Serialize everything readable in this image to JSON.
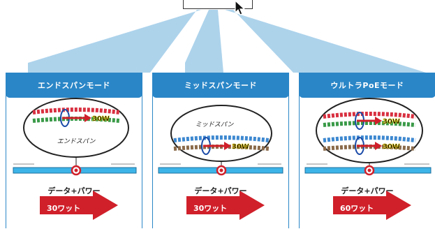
{
  "colors": {
    "panel_blue": "#2a86c7",
    "ray_blue": "#9fcbe8",
    "cable_blue": "#3db4e8",
    "arrow_red": "#d0202a",
    "power_yellow": "#f2d60c"
  },
  "panels": [
    {
      "title": "エンドスパンモード",
      "cable_label": "エンドスパン",
      "power_badges": [
        "30W"
      ],
      "data_power_label": "データ+パワー",
      "wattage_label": "30ワット"
    },
    {
      "title": "ミッドスパンモード",
      "cable_label": "ミッドスパン",
      "power_badges": [
        "30W"
      ],
      "data_power_label": "データ+パワー",
      "wattage_label": "30ワット"
    },
    {
      "title": "ウルトラPoEモード",
      "cable_label": "",
      "power_badges": [
        "30W",
        "30W"
      ],
      "data_power_label": "データ+パワー",
      "wattage_label": "60ワット"
    }
  ]
}
